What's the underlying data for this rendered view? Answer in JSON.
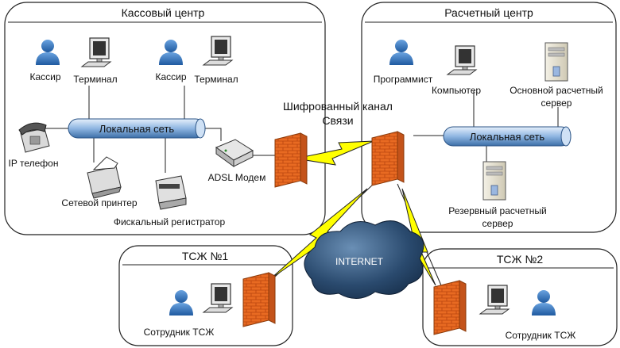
{
  "zones": {
    "cash_center": "Кассовый центр",
    "calc_center": "Расчетный центр",
    "tszh1": "ТСЖ №1",
    "tszh2": "ТСЖ №2"
  },
  "cash": {
    "cashier_1": "Кассир",
    "terminal_1": "Терминал",
    "cashier_2": "Кассир",
    "terminal_2": "Терминал",
    "local_net": "Локальная сеть",
    "ip_phone": "IP телефон",
    "net_printer": "Сетевой принтер",
    "fiscal_registrar": "Фискальный регистратор",
    "adsl_modem": "ADSL Модем"
  },
  "calc": {
    "programmer": "Программист",
    "computer": "Компьютер",
    "main_server_line1": "Основной расчетный",
    "main_server_line2": "сервер",
    "local_net": "Локальная сеть",
    "backup_server_line1": "Резервный расчетный",
    "backup_server_line2": "сервер"
  },
  "channel": {
    "line1": "Шифрованный канал",
    "line2": "Связи"
  },
  "internet": "INTERNET",
  "tszh1_staff": "Сотрудник ТСЖ",
  "tszh2_staff": "Сотрудник ТСЖ",
  "colors": {
    "person": "#2f6fb7",
    "firewall": "#e8641e",
    "pipe": "#9bbfe6",
    "bolt": "#ffff00",
    "cloud": "#1e3a5c"
  }
}
